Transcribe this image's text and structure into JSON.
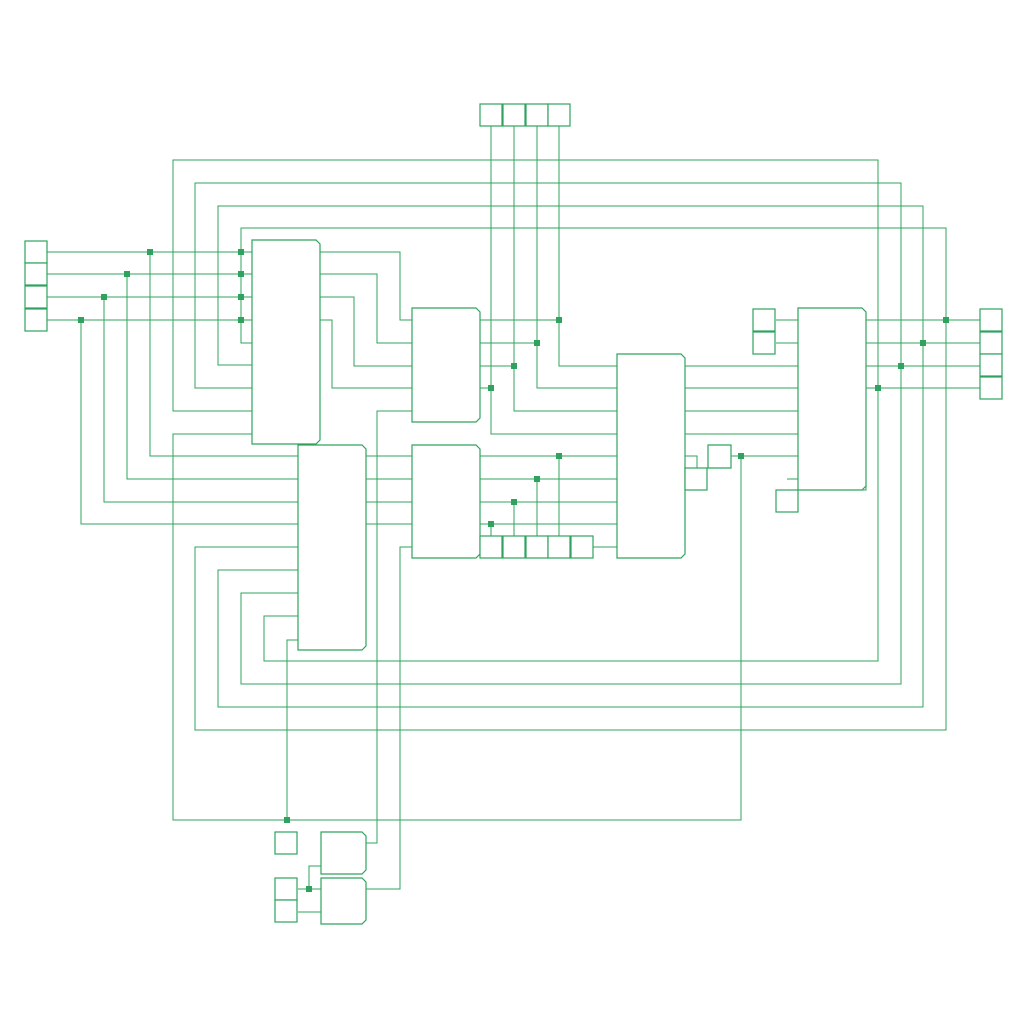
{
  "colors": {
    "line": "#2fa35e",
    "background": "#ffffff"
  },
  "diagram": {
    "type": "schematic",
    "blocks": [
      {
        "id": "u1",
        "shape": "block"
      },
      {
        "id": "u2",
        "shape": "block"
      },
      {
        "id": "u3",
        "shape": "block"
      },
      {
        "id": "u4",
        "shape": "block"
      },
      {
        "id": "u5",
        "shape": "block"
      },
      {
        "id": "u6",
        "shape": "block"
      },
      {
        "id": "u7",
        "shape": "block"
      },
      {
        "id": "u8",
        "shape": "block"
      },
      {
        "id": "u9",
        "shape": "block"
      }
    ],
    "ports": [
      {
        "id": "in-a",
        "pins": 4
      },
      {
        "id": "bus-top",
        "pins": 4
      },
      {
        "id": "bus-bottom",
        "pins": 5
      },
      {
        "id": "out-right",
        "pins": 4
      },
      {
        "id": "in-pair",
        "pins": 2
      },
      {
        "id": "stub-mid",
        "pins": 1
      },
      {
        "id": "stub-small",
        "pins": 1
      },
      {
        "id": "stub-low",
        "pins": 1
      },
      {
        "id": "stub-bottom-a",
        "pins": 1
      },
      {
        "id": "stub-bottom-b",
        "pins": 2
      }
    ]
  }
}
